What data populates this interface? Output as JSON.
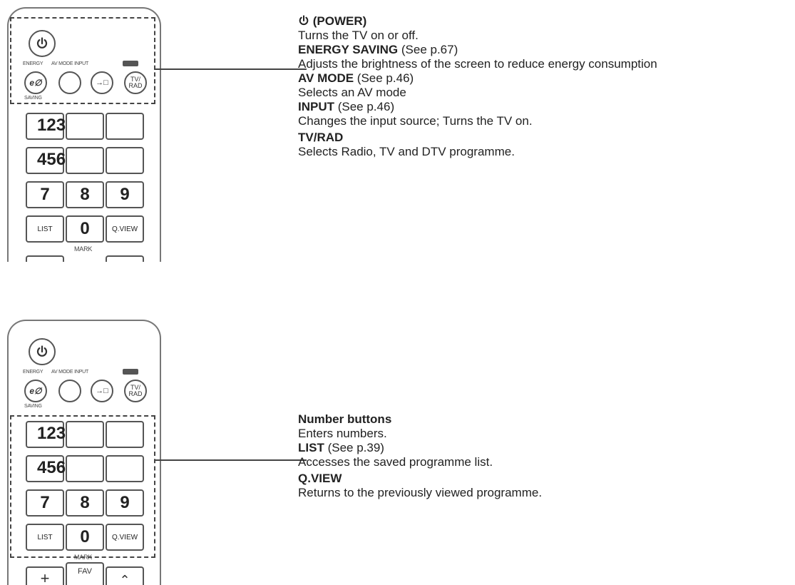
{
  "section_power": {
    "remote": {
      "energy_label": "ENERGY",
      "saving_label": "SAVING",
      "av_mode_input_label": "AV MODE INPUT",
      "tv_rad_label": "TV/ RAD",
      "eco_glyph": "e∅",
      "input_glyph": "→□",
      "digits_123": "123",
      "digits_456": "456",
      "d7": "7",
      "d8": "8",
      "d9": "9",
      "list": "LIST",
      "d0": "0",
      "qview": "Q.VIEW",
      "mark": "MARK"
    },
    "items": [
      {
        "title": "(POWER)",
        "suffix": "",
        "desc": "Turns the TV on or off."
      },
      {
        "title": "ENERGY SAVING",
        "suffix": " (See p.67)",
        "desc": "Adjusts the brightness of the screen to reduce energy consumption"
      },
      {
        "title": "AV MODE",
        "suffix": " (See p.46)",
        "desc": "Selects an AV mode"
      },
      {
        "title": "INPUT",
        "suffix": " (See p.46)",
        "desc": "Changes the input source; Turns the TV on."
      },
      {
        "title": "TV/RAD",
        "suffix": "",
        "desc": "Selects Radio, TV and DTV programme."
      }
    ]
  },
  "section_numbers": {
    "remote": {
      "energy_label": "ENERGY",
      "saving_label": "SAVING",
      "av_mode_input_label": "AV MODE INPUT",
      "tv_rad_label": "TV/ RAD",
      "eco_glyph": "e∅",
      "input_glyph": "→□",
      "digits_123": "123",
      "digits_456": "456",
      "d7": "7",
      "d8": "8",
      "d9": "9",
      "list": "LIST",
      "d0": "0",
      "qview": "Q.VIEW",
      "mark": "MARK",
      "plus": "+",
      "fav": "FAV",
      "up": "⌃"
    },
    "items": [
      {
        "title": "Number buttons",
        "suffix": "",
        "desc": "Enters numbers."
      },
      {
        "title": "LIST",
        "suffix": " (See p.39)",
        "desc": "Accesses the saved programme list."
      },
      {
        "title": "Q.VIEW",
        "suffix": "",
        "desc": "Returns to the previously viewed programme."
      }
    ]
  },
  "icons": {
    "power": "power-icon"
  },
  "colors": {
    "outline": "#555555",
    "text": "#222222"
  }
}
